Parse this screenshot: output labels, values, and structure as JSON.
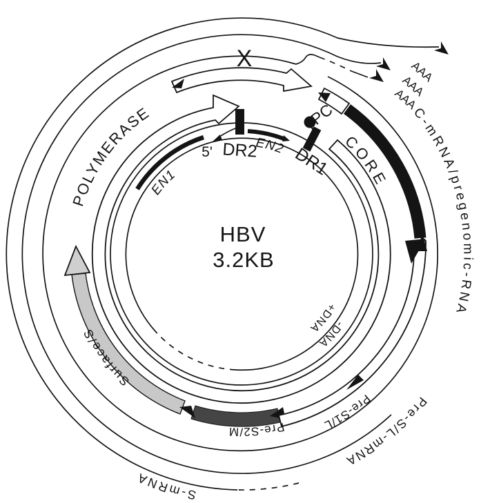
{
  "title": {
    "name": "HBV",
    "size": "3.2KB"
  },
  "genes": {
    "polymerase": "POLYMERASE",
    "x": "X",
    "core": "CORE",
    "precore": "PC",
    "surface": "Surface/S",
    "pre_s2": "Pre-S2/M",
    "pre_s1": "Pre-S1/L"
  },
  "sites": {
    "dr1": "DR1",
    "dr2": "DR2",
    "en1": "EN1",
    "en2": "EN2",
    "five_prime": "5'"
  },
  "strands": {
    "plus": "+DNA",
    "minus": "-DNA"
  },
  "transcripts": {
    "c_pregenomic": "C-mRNA/pregenomic-RNA",
    "pre_sl": "Pre-S/L-mRNA",
    "s": "S-mRNA",
    "polya": "AAA"
  },
  "colors": {
    "ink": "#141414",
    "dark_band": "#454545",
    "light_band": "#c8c8c8",
    "background": "#ffffff"
  }
}
